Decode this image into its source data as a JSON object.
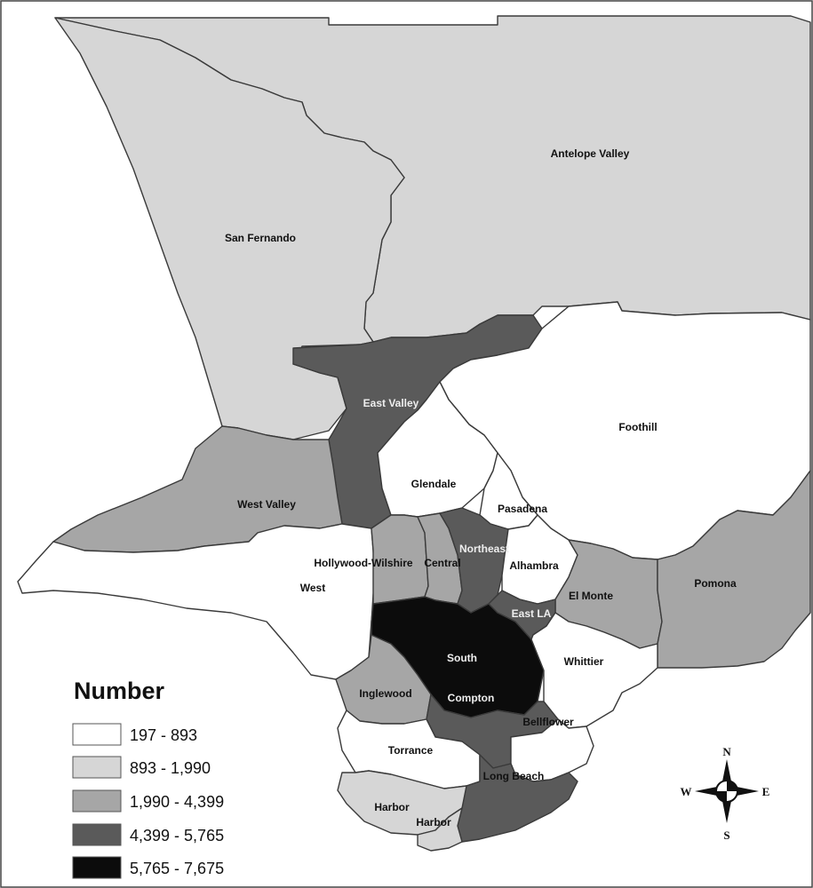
{
  "colors": {
    "class_1": "#ffffff",
    "class_2": "#d6d6d6",
    "class_3": "#a6a6a6",
    "class_4": "#5a5a5a",
    "class_5": "#0c0c0c",
    "border": "#3a3a3a"
  },
  "regions": [
    {
      "id": "antelope-valley",
      "label": "Antelope Valley",
      "class": 2
    },
    {
      "id": "san-fernando",
      "label": "San Fernando",
      "class": 2
    },
    {
      "id": "east-valley",
      "label": "East Valley",
      "class": 4
    },
    {
      "id": "west-valley",
      "label": "West Valley",
      "class": 3
    },
    {
      "id": "foothill",
      "label": "Foothill",
      "class": 1
    },
    {
      "id": "glendale",
      "label": "Glendale",
      "class": 1
    },
    {
      "id": "pasadena",
      "label": "Pasadena",
      "class": 1
    },
    {
      "id": "west",
      "label": "West",
      "class": 1
    },
    {
      "id": "hollywood-wilshire",
      "label": "Hollywood-Wilshire",
      "class": 3
    },
    {
      "id": "central",
      "label": "Central",
      "class": 3
    },
    {
      "id": "northeast",
      "label": "Northeast",
      "class": 4
    },
    {
      "id": "alhambra",
      "label": "Alhambra",
      "class": 1
    },
    {
      "id": "el-monte",
      "label": "El Monte",
      "class": 3
    },
    {
      "id": "pomona",
      "label": "Pomona",
      "class": 3
    },
    {
      "id": "south",
      "label": "South",
      "class": 5
    },
    {
      "id": "east-la",
      "label": "East LA",
      "class": 4
    },
    {
      "id": "whittier",
      "label": "Whittier",
      "class": 1
    },
    {
      "id": "inglewood",
      "label": "Inglewood",
      "class": 3
    },
    {
      "id": "compton",
      "label": "Compton",
      "class": 4
    },
    {
      "id": "bellflower",
      "label": "Bellflower",
      "class": 1
    },
    {
      "id": "torrance",
      "label": "Torrance",
      "class": 1
    },
    {
      "id": "long-beach",
      "label": "Long Beach",
      "class": 4
    },
    {
      "id": "harbor-1",
      "label": "Harbor",
      "class": 2
    },
    {
      "id": "harbor-2",
      "label": "Harbor",
      "class": 2
    }
  ],
  "legend": {
    "title": "Number",
    "items": [
      {
        "label": "197 - 893",
        "class": 1
      },
      {
        "label": "893 - 1,990",
        "class": 2
      },
      {
        "label": "1,990 - 4,399",
        "class": 3
      },
      {
        "label": "4,399 - 5,765",
        "class": 4
      },
      {
        "label": "5,765 - 7,675",
        "class": 5
      }
    ]
  },
  "compass": {
    "n": "N",
    "s": "S",
    "e": "E",
    "w": "W"
  }
}
